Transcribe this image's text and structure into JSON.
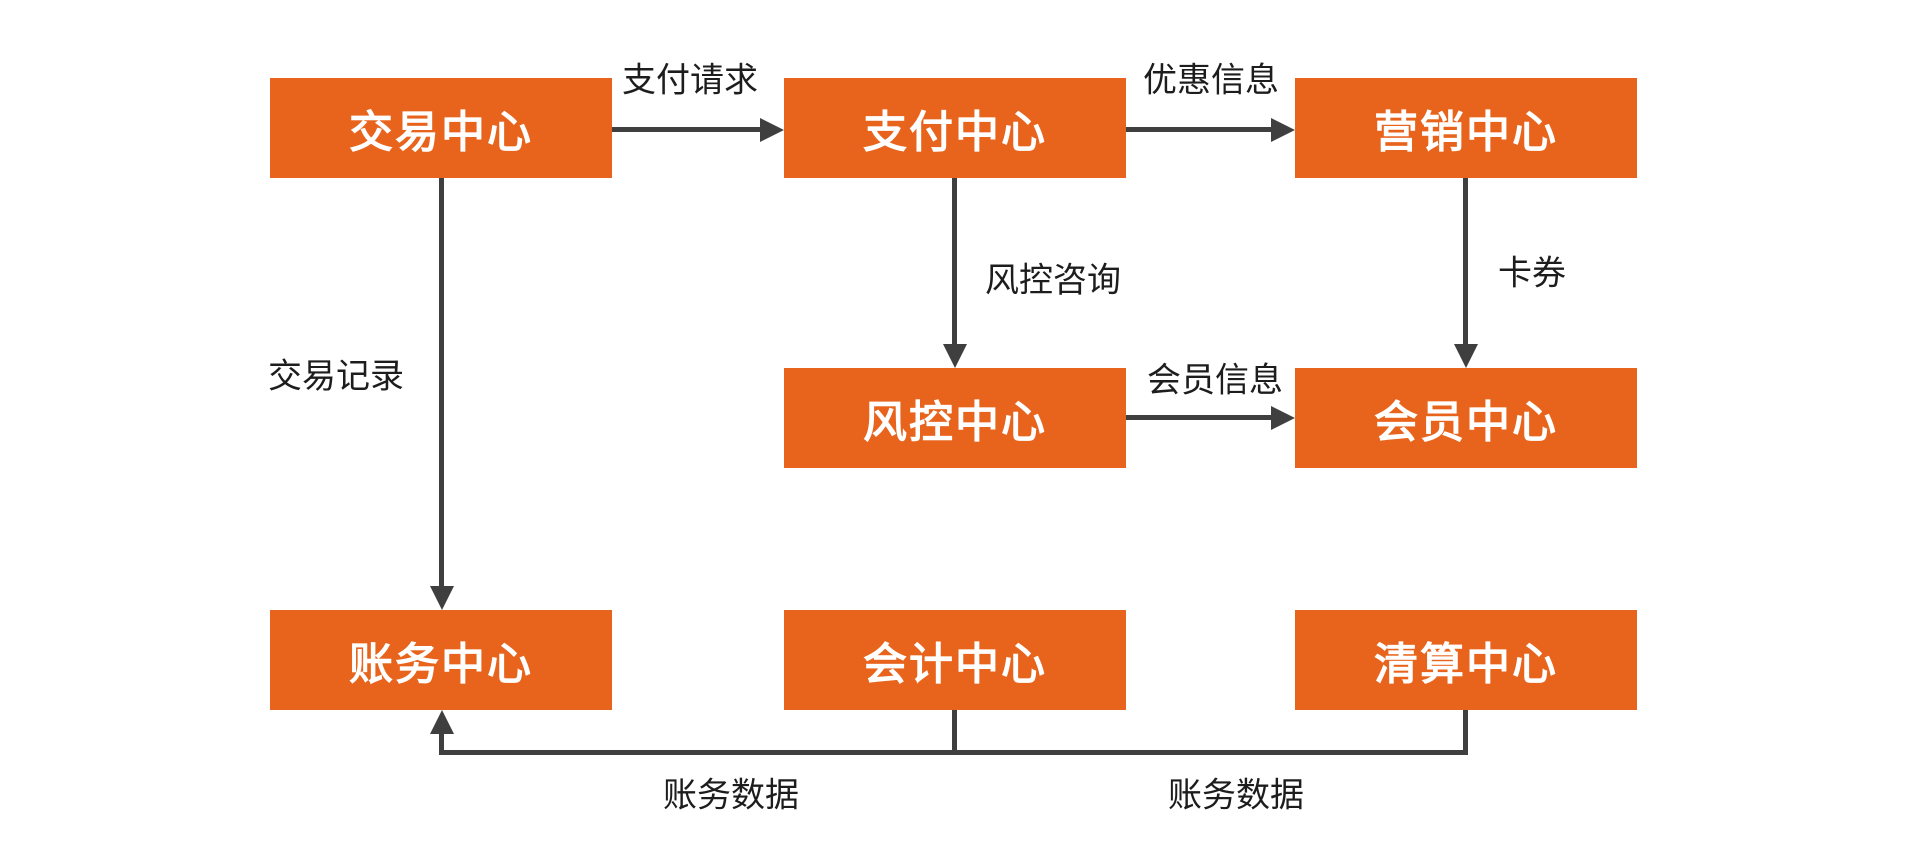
{
  "diagram": {
    "background_color": "#ffffff",
    "node_color": "#E8641C",
    "node_text_color": "#ffffff",
    "line_color": "#3F3F3F",
    "label_text_color": "#1D1D1D",
    "nodes": [
      {
        "id": "trade-center",
        "label": "交易中心"
      },
      {
        "id": "payment-center",
        "label": "支付中心"
      },
      {
        "id": "marketing-center",
        "label": "营销中心"
      },
      {
        "id": "risk-center",
        "label": "风控中心"
      },
      {
        "id": "member-center",
        "label": "会员中心"
      },
      {
        "id": "billing-center",
        "label": "账务中心"
      },
      {
        "id": "accounting-center",
        "label": "会计中心"
      },
      {
        "id": "clearing-center",
        "label": "清算中心"
      }
    ],
    "edges": [
      {
        "from": "交易中心",
        "to": "支付中心",
        "label": "支付请求"
      },
      {
        "from": "支付中心",
        "to": "营销中心",
        "label": "优惠信息"
      },
      {
        "from": "支付中心",
        "to": "风控中心",
        "label": "风控咨询"
      },
      {
        "from": "营销中心",
        "to": "会员中心",
        "label": "卡券"
      },
      {
        "from": "风控中心",
        "to": "会员中心",
        "label": "会员信息"
      },
      {
        "from": "交易中心",
        "to": "账务中心",
        "label": "交易记录"
      },
      {
        "from": "会计中心",
        "to": "账务中心",
        "label": "账务数据"
      },
      {
        "from": "清算中心",
        "to": "账务中心",
        "label": "账务数据"
      }
    ]
  }
}
